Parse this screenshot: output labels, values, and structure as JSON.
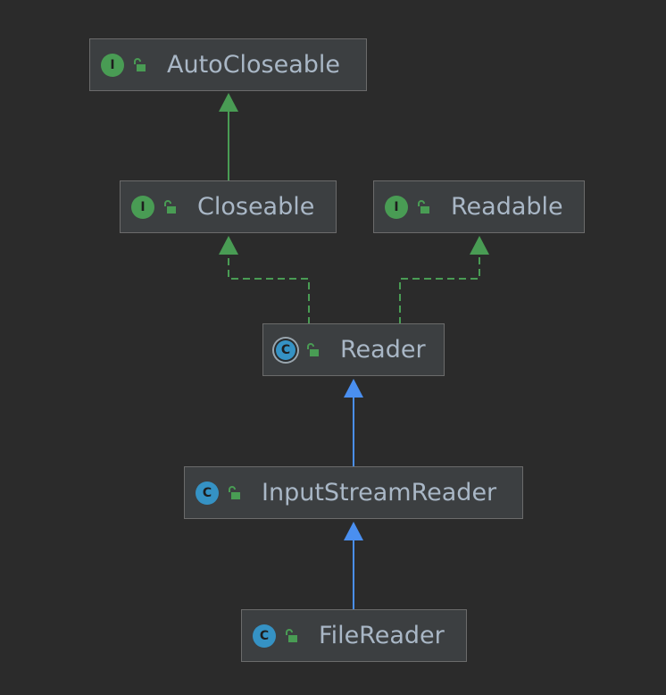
{
  "colors": {
    "background": "#2b2b2b",
    "node_fill": "#3c3f41",
    "node_border": "#6b6b6b",
    "text": "#a9b7c6",
    "interface_badge": "#499c54",
    "class_badge": "#3592c4",
    "implements_edge": "#499c54",
    "extends_edge": "#4a8ff0"
  },
  "nodes": [
    {
      "id": "AutoCloseable",
      "label": "AutoCloseable",
      "badge": "I",
      "kind": "interface",
      "icon": "interface-icon",
      "access_icon": "public-lock-icon"
    },
    {
      "id": "Closeable",
      "label": "Closeable",
      "badge": "I",
      "kind": "interface",
      "icon": "interface-icon",
      "access_icon": "public-lock-icon"
    },
    {
      "id": "Readable",
      "label": "Readable",
      "badge": "I",
      "kind": "interface",
      "icon": "interface-icon",
      "access_icon": "public-lock-icon"
    },
    {
      "id": "Reader",
      "label": "Reader",
      "badge": "C",
      "kind": "abstract-class",
      "icon": "abstract-class-icon",
      "access_icon": "public-lock-icon"
    },
    {
      "id": "InputStreamReader",
      "label": "InputStreamReader",
      "badge": "C",
      "kind": "class",
      "icon": "class-icon",
      "access_icon": "public-lock-icon"
    },
    {
      "id": "FileReader",
      "label": "FileReader",
      "badge": "C",
      "kind": "class",
      "icon": "class-icon",
      "access_icon": "public-lock-icon"
    }
  ],
  "edges": [
    {
      "from": "Closeable",
      "to": "AutoCloseable",
      "relation": "extends-interface",
      "style": "solid",
      "color": "#499c54"
    },
    {
      "from": "Reader",
      "to": "Closeable",
      "relation": "implements",
      "style": "dashed",
      "color": "#499c54"
    },
    {
      "from": "Reader",
      "to": "Readable",
      "relation": "implements",
      "style": "dashed",
      "color": "#499c54"
    },
    {
      "from": "InputStreamReader",
      "to": "Reader",
      "relation": "extends",
      "style": "solid",
      "color": "#4a8ff0"
    },
    {
      "from": "FileReader",
      "to": "InputStreamReader",
      "relation": "extends",
      "style": "solid",
      "color": "#4a8ff0"
    }
  ]
}
